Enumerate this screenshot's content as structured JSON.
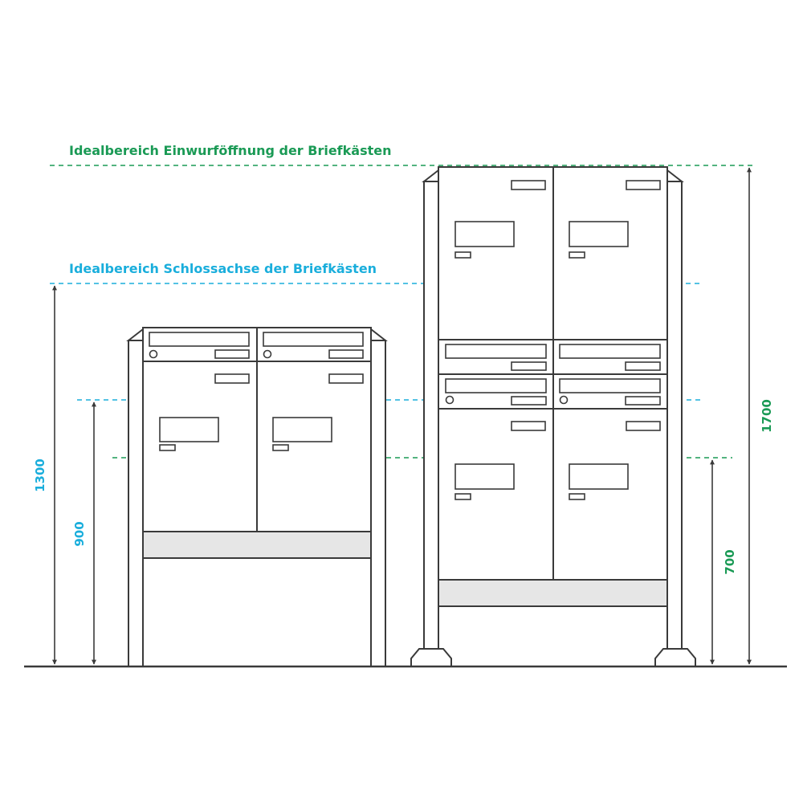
{
  "colors": {
    "green": "#1a9a55",
    "cyan": "#1aaedc",
    "line": "#3a3a3a",
    "band": "#e6e6e6"
  },
  "labels": {
    "insert_zone": "Idealbereich Einwurföffnung der Briefkästen",
    "lock_zone": "Idealbereich Schlossachse der Briefkästen"
  },
  "dimensions": {
    "left_1300": "1300",
    "left_900": "900",
    "right_1700": "1700",
    "right_700": "700"
  }
}
